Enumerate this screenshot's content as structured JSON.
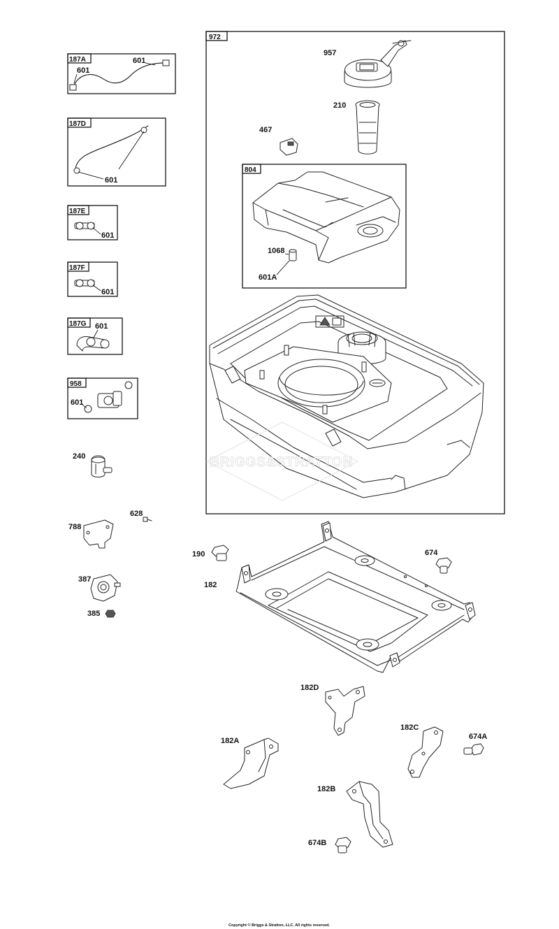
{
  "diagram": {
    "watermark": "BRIGGS&STRATTON",
    "copyright": "Copyright © Briggs & Stratton, LLC. All rights reserved.",
    "boxes": {
      "b187A": "187A",
      "b187D": "187D",
      "b187E": "187E",
      "b187F": "187F",
      "b187G": "187G",
      "b958": "958",
      "b972": "972",
      "b804": "804"
    },
    "labels": {
      "c601_187A_top": "601",
      "c601_187A_left": "601",
      "c601_187D": "601",
      "c601_187E": "601",
      "c601_187F": "601",
      "c601_187G": "601",
      "c601_958": "601",
      "c957": "957",
      "c210": "210",
      "c467": "467",
      "c1068": "1068",
      "c601A": "601A",
      "c240": "240",
      "c628": "628",
      "c788": "788",
      "c387": "387",
      "c385": "385",
      "c190": "190",
      "c182": "182",
      "c674": "674",
      "c182D": "182D",
      "c182C": "182C",
      "c674A": "674A",
      "c182A": "182A",
      "c182B": "182B",
      "c674B": "674B"
    }
  }
}
